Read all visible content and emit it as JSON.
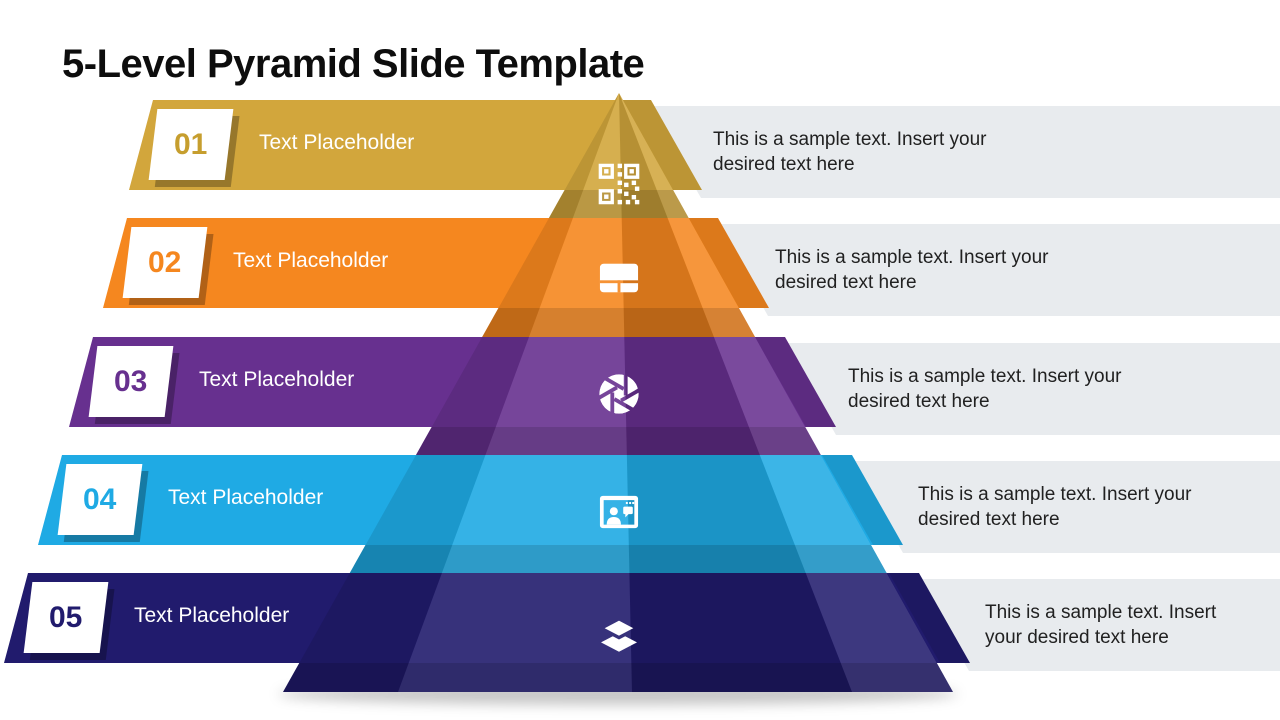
{
  "slide": {
    "title": "5-Level Pyramid Slide Template",
    "background": "#FFFFFF",
    "panel_color": "#E8EBEE",
    "body_text_color": "#212121"
  },
  "levels": [
    {
      "number": "01",
      "label": "Text Placeholder",
      "description": "This is a sample text. Insert your desired text here",
      "color": "#D2A63C",
      "icon": "qr-code"
    },
    {
      "number": "02",
      "label": "Text Placeholder",
      "description": "This is a sample text. Insert your desired text here",
      "color": "#F5871F",
      "icon": "touchpad-layout"
    },
    {
      "number": "03",
      "label": "Text Placeholder",
      "description": "This is a sample text. Insert your desired text here",
      "color": "#67308F",
      "icon": "camera-aperture"
    },
    {
      "number": "04",
      "label": "Text Placeholder",
      "description": "This is a sample text. Insert your desired text here",
      "color": "#1FAAE4",
      "icon": "video-call-window"
    },
    {
      "number": "05",
      "label": "Text Placeholder",
      "description": "This is a sample text. Insert your desired text here",
      "color": "#211B6D",
      "icon": "stacked-layers"
    }
  ]
}
